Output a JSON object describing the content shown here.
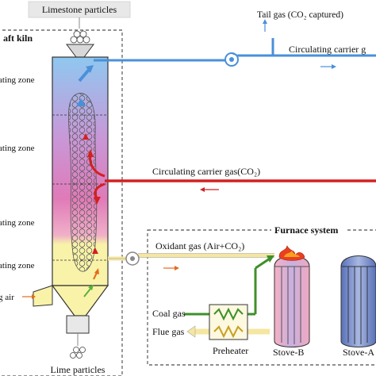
{
  "labels": {
    "limestone": "Limestone particles",
    "kiln_title": "aft kiln",
    "zone1": "ating zone",
    "zone2": "ating zone",
    "zone3": "ating zone",
    "zone4": "ating zone",
    "tail_gas": "Tail gas (CO₂ captured)",
    "circ_top": "Circulating carrier g",
    "circ_mid": "Circulating carrier gas(CO₂)",
    "furnace_system": "Furnace system",
    "oxidant": "Oxidant gas (Air+CO₂)",
    "air": "g air",
    "coal_gas": "Coal gas",
    "flue_gas": "Flue gas",
    "preheater": "Preheater",
    "stove_b": "Stove-B",
    "stove_a": "Stove-A",
    "lime": "Lime particles"
  },
  "colors": {
    "circulating_gas_blue": "#4a90d9",
    "circulating_gas_red": "#d42020",
    "oxidant_gas": "#f5e6a0",
    "kiln_top": "#8fc8f0",
    "kiln_mid": "#e07ab8",
    "kiln_bottom": "#f8f3a8",
    "coal_gas_green": "#3f8f2a",
    "stove_b": "#f2a0b8",
    "stove_a": "#7890c8",
    "arrow_orange": "#e46a1a"
  },
  "icons": {
    "limestone_hopper": "hopper-icon",
    "fan_top": "fan-icon",
    "fan_oxidant": "fan-icon",
    "flame_b": "flame-icon",
    "lime_pile": "particle-pile-icon"
  }
}
